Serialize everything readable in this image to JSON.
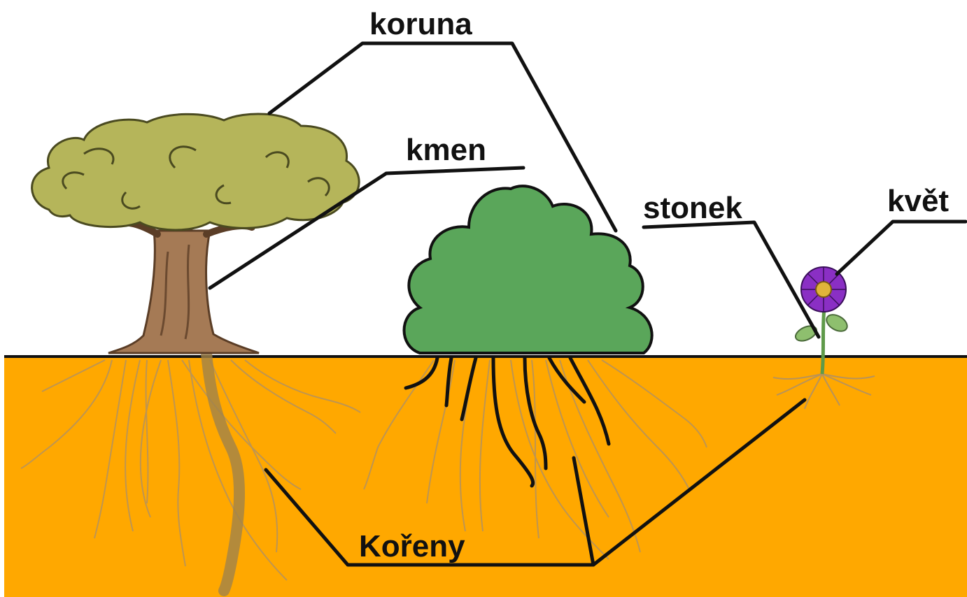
{
  "labels": {
    "crown": "koruna",
    "trunk": "kmen",
    "stem": "stonek",
    "flower": "květ",
    "roots": "Kořeny"
  },
  "colors": {
    "soil": "#ffa800",
    "ground_line": "#111111",
    "leader_lines": "#111111",
    "tree_crown": "#b5b55a",
    "tree_trunk": "#a57a55",
    "bush": "#5aa65a",
    "flower_petals": "#8a2fc4",
    "flower_center": "#e0b43a",
    "leaves": "#8ebf6e",
    "roots_light": "#b8935a",
    "roots_dark": "#111111"
  }
}
